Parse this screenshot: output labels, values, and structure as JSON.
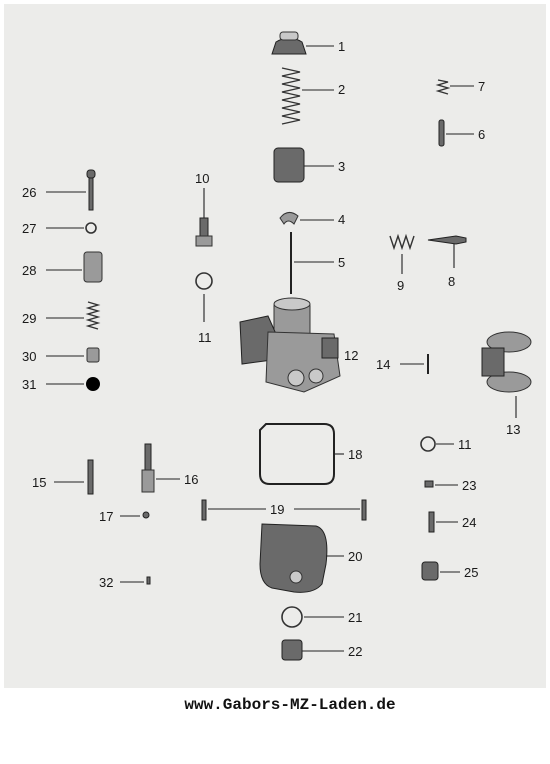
{
  "labels": [
    "1",
    "2",
    "3",
    "4",
    "5",
    "6",
    "7",
    "8",
    "9",
    "10",
    "11",
    "12",
    "13",
    "14",
    "15",
    "16",
    "17",
    "18",
    "19",
    "20",
    "21",
    "22",
    "23",
    "24",
    "25",
    "26",
    "27",
    "28",
    "29",
    "30",
    "31",
    "32"
  ],
  "label_11b": "11",
  "watermark": "www.Gabors-MZ-Laden.de"
}
